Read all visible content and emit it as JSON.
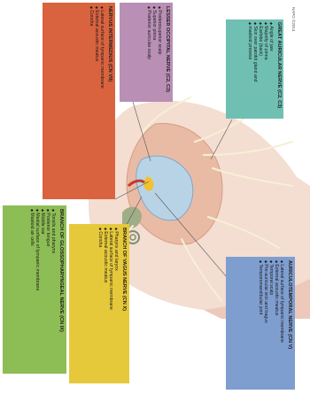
{
  "boxes": {
    "nervus_intermedius": {
      "title": "Nervus intermedius (CN VII)",
      "items": [
        "Lateral surface of tympanic membrane",
        "External acoustic meatus",
        "Concha"
      ],
      "color": "#d9633f"
    },
    "lesser_occipital": {
      "title": "Lesser occipital nerve (C2, C3)",
      "items": [
        "Posterosuperior scalp",
        "Superior pinna",
        "Posterior auricular scalp"
      ],
      "color": "#b98fb6"
    },
    "great_auricular": {
      "title": "Great auricular nerve (C2, C3)",
      "items": [
        "Angle of jaw",
        "Majority of pinna",
        "Earlobe (back)",
        "Skin over parotid gland and",
        "mastoid process"
      ],
      "color": "#6fc0b3"
    },
    "glossopharyngeal": {
      "title": "Branch of glossopharyngeal nerve (CN IX)",
      "items": [
        "Tonsils and pharynx",
        "Posterior tongue",
        "Middle ear",
        "Medial surface of tympanic membrane",
        "Mastoid air cells"
      ],
      "color": "#8dbd55"
    },
    "vagus": {
      "title": "Branch of vagus nerve (CN X)",
      "items": [
        "Pharynx and larynx",
        "Lateral surface of tympanic membrane",
        "External acoustic meatus",
        "Concha"
      ],
      "color": "#e6c93a"
    },
    "auriculotemporal": {
      "title": "Auriculotemporal nerve (CN V)",
      "items": [
        "Lateral surface of tympanic membrane",
        "External acoustic meatus",
        "Temporal scalp",
        "Pre-auricular skin and tragus",
        "Temporomandibular joint"
      ],
      "color": "#7f9ed0"
    }
  },
  "credit": "NAPO ©2014"
}
